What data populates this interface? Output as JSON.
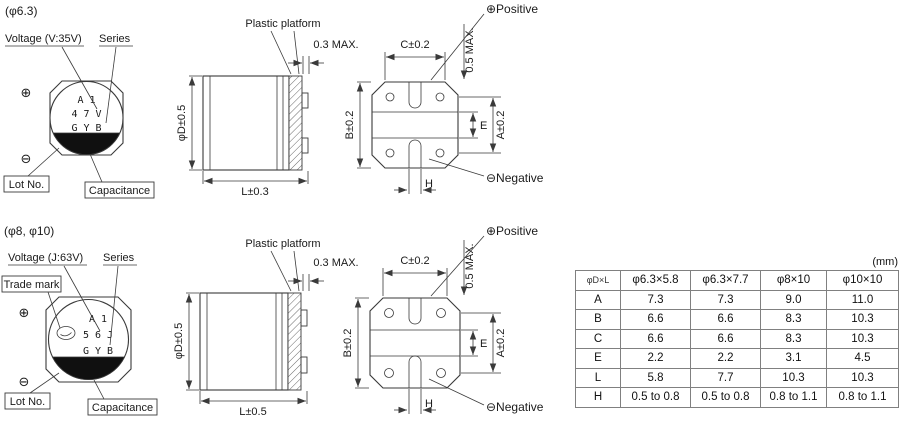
{
  "colors": {
    "line": "#3a3a3a",
    "text": "#1a1a1a",
    "marking_fill": "#101010",
    "table_border": "#808080",
    "background": "#ffffff"
  },
  "section_63": {
    "size_label": "(φ6.3)",
    "top_view": {
      "voltage_label": "Voltage (V:35V)",
      "series_label": "Series",
      "lot_label": "Lot No.",
      "capacitance_label": "Capacitance",
      "polarity_plus": "⊕",
      "polarity_minus": "⊖",
      "marking_line1": "A 1",
      "marking_line2": "4 7 V",
      "marking_line3": "G Y B"
    },
    "side_view": {
      "platform_label": "Plastic platform",
      "protrusion_dim": "0.3 MAX.",
      "diameter_dim": "φD±0.5",
      "length_dim": "L±0.3"
    },
    "bottom_view": {
      "c_dim": "C±0.2",
      "standoff_dim": "0.5 MAX.",
      "b_dim": "B±0.2",
      "e_dim": "E",
      "a_dim": "A±0.2",
      "h_dim": "H",
      "positive_label": "⊕Positive",
      "negative_label": "⊖Negative"
    }
  },
  "section_810": {
    "size_label": "(φ8, φ10)",
    "top_view": {
      "voltage_label": "Voltage (J:63V)",
      "series_label": "Series",
      "trademark_label": "Trade mark",
      "lot_label": "Lot No.",
      "capacitance_label": "Capacitance",
      "polarity_plus": "⊕",
      "polarity_minus": "⊖",
      "marking_line1": "A 1",
      "marking_line2": "5 6 J",
      "marking_line3": "G Y B"
    },
    "side_view": {
      "platform_label": "Plastic platform",
      "protrusion_dim": "0.3 MAX.",
      "diameter_dim": "φD±0.5",
      "length_dim": "L±0.5"
    },
    "bottom_view": {
      "c_dim": "C±0.2",
      "standoff_dim": "0.5 MAX.",
      "b_dim": "B±0.2",
      "e_dim": "E",
      "a_dim": "A±0.2",
      "h_dim": "H",
      "positive_label": "⊕Positive",
      "negative_label": "⊖Negative"
    }
  },
  "table": {
    "unit_label": "(mm)",
    "corner_header": "φD×L",
    "columns": [
      "φ6.3×5.8",
      "φ6.3×7.7",
      "φ8×10",
      "φ10×10"
    ],
    "rows": [
      {
        "label": "A",
        "values": [
          "7.3",
          "7.3",
          "9.0",
          "11.0"
        ]
      },
      {
        "label": "B",
        "values": [
          "6.6",
          "6.6",
          "8.3",
          "10.3"
        ]
      },
      {
        "label": "C",
        "values": [
          "6.6",
          "6.6",
          "8.3",
          "10.3"
        ]
      },
      {
        "label": "E",
        "values": [
          "2.2",
          "2.2",
          "3.1",
          "4.5"
        ]
      },
      {
        "label": "L",
        "values": [
          "5.8",
          "7.7",
          "10.3",
          "10.3"
        ]
      },
      {
        "label": "H",
        "values": [
          "0.5 to 0.8",
          "0.5 to 0.8",
          "0.8 to 1.1",
          "0.8 to 1.1"
        ]
      }
    ]
  }
}
